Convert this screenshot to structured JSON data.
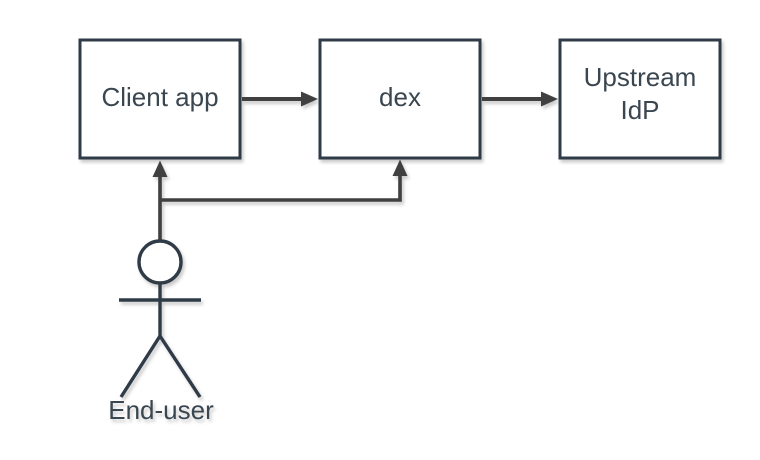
{
  "diagram": {
    "nodes": [
      {
        "id": "client-app",
        "label": "Client app",
        "kind": "box"
      },
      {
        "id": "dex",
        "label": "dex",
        "kind": "box"
      },
      {
        "id": "upstream-idp",
        "label": "Upstream IdP",
        "lines": [
          "Upstream",
          "IdP"
        ],
        "kind": "box"
      },
      {
        "id": "end-user",
        "label": "End-user",
        "kind": "actor"
      }
    ],
    "edges": [
      {
        "from": "Client app",
        "to": "dex"
      },
      {
        "from": "dex",
        "to": "Upstream IdP"
      },
      {
        "from": "End-user",
        "to": "Client app"
      },
      {
        "from": "End-user",
        "to": "dex"
      }
    ]
  },
  "colors": {
    "node_stroke": "#2f3b47",
    "node_fill": "#ffffff",
    "edge_stroke": "#404040",
    "text": "#3a4650",
    "background": "#ffffff"
  }
}
